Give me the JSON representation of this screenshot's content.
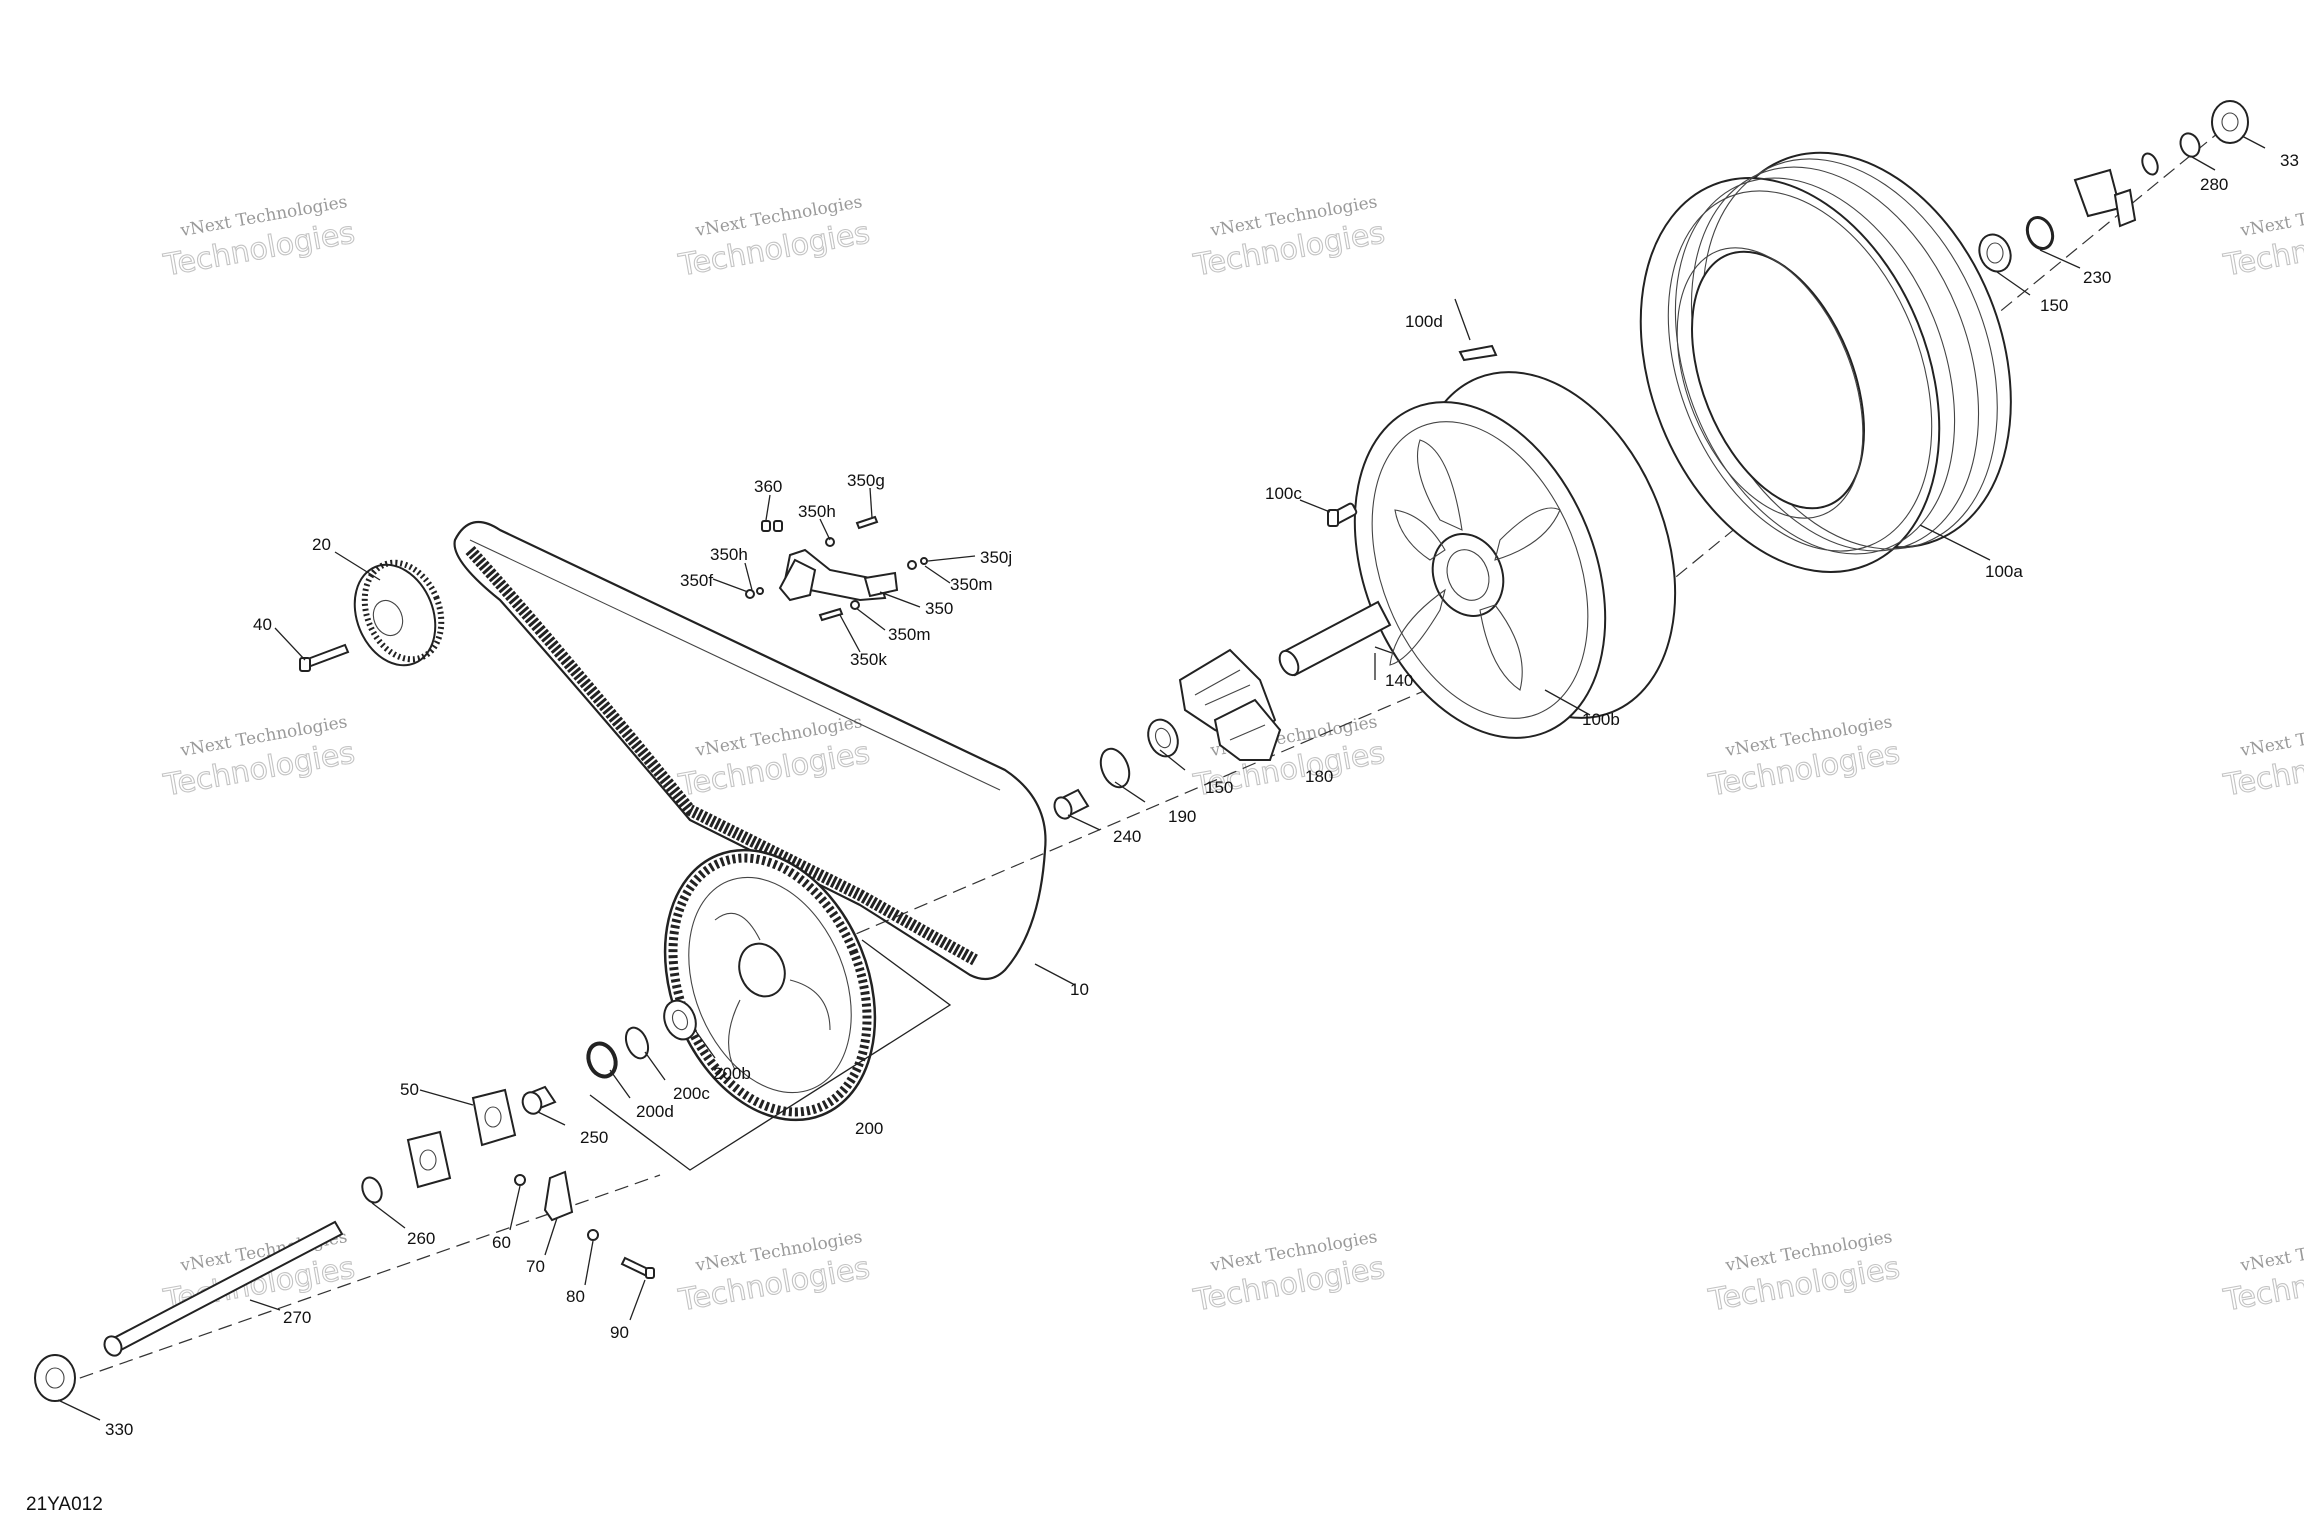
{
  "drawing_id": "21YA012",
  "watermark": {
    "line1": "vNext Technologies",
    "line2": "Technologies",
    "line3": "vNext"
  },
  "callouts": {
    "p10": "10",
    "p20": "20",
    "p40": "40",
    "p50": "50",
    "p60": "60",
    "p70": "70",
    "p80": "80",
    "p90": "90",
    "p100a": "100a",
    "p100b": "100b",
    "p100c": "100c",
    "p100d": "100d",
    "p140": "140",
    "p150a": "150",
    "p150b": "150",
    "p180": "180",
    "p190": "190",
    "p200": "200",
    "p200b": "200b",
    "p200c": "200c",
    "p200d": "200d",
    "p230": "230",
    "p240": "240",
    "p250": "250",
    "p260": "260",
    "p270": "270",
    "p280": "280",
    "p330a": "330",
    "p330b": "33",
    "p350": "350",
    "p350f": "350f",
    "p350g": "350g",
    "p350h1": "350h",
    "p350h2": "350h",
    "p350j": "350j",
    "p350k": "350k",
    "p350m1": "350m",
    "p350m2": "350m",
    "p360": "360"
  }
}
